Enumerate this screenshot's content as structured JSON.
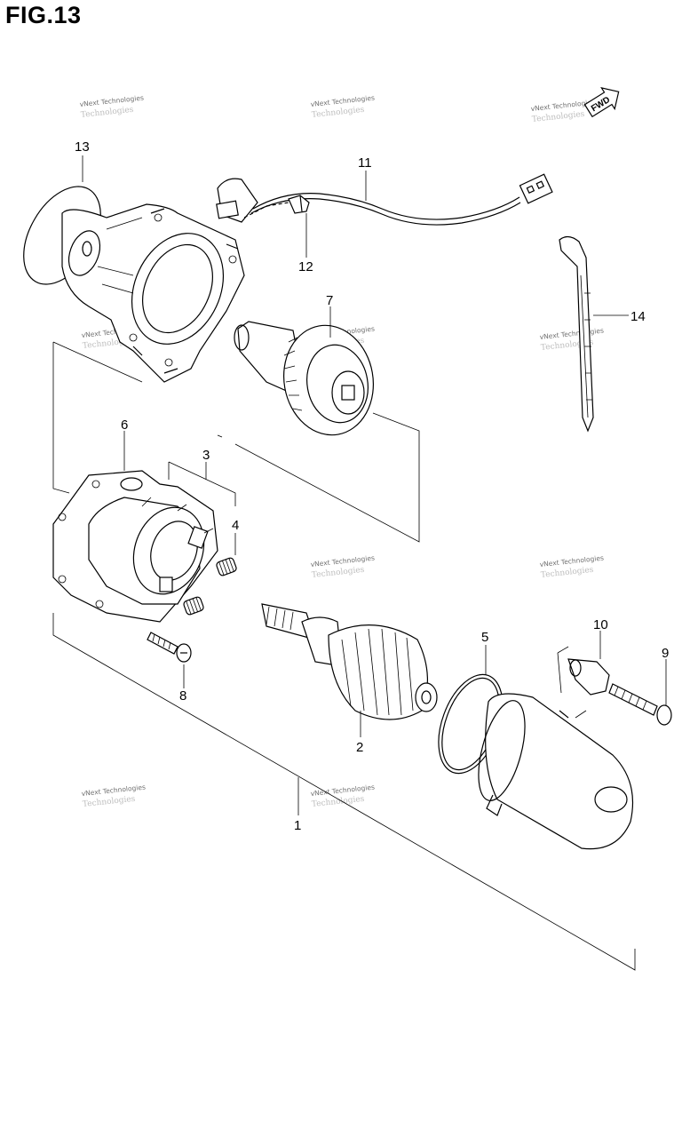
{
  "figure": {
    "title": "FIG.13",
    "fwd_label": "FWD"
  },
  "callouts": [
    {
      "id": "c1",
      "number": "1"
    },
    {
      "id": "c2",
      "number": "2"
    },
    {
      "id": "c3",
      "number": "3"
    },
    {
      "id": "c4",
      "number": "4"
    },
    {
      "id": "c5",
      "number": "5"
    },
    {
      "id": "c6",
      "number": "6"
    },
    {
      "id": "c7",
      "number": "7"
    },
    {
      "id": "c8",
      "number": "8"
    },
    {
      "id": "c9",
      "number": "9"
    },
    {
      "id": "c10",
      "number": "10"
    },
    {
      "id": "c11",
      "number": "11"
    },
    {
      "id": "c12",
      "number": "12"
    },
    {
      "id": "c13",
      "number": "13"
    },
    {
      "id": "c14",
      "number": "14"
    }
  ],
  "watermark": {
    "line1": "vNext Technologies",
    "line2": "Technologies"
  },
  "colors": {
    "ink": "#000000",
    "watermark": "#6f6f6f",
    "background": "#ffffff"
  }
}
